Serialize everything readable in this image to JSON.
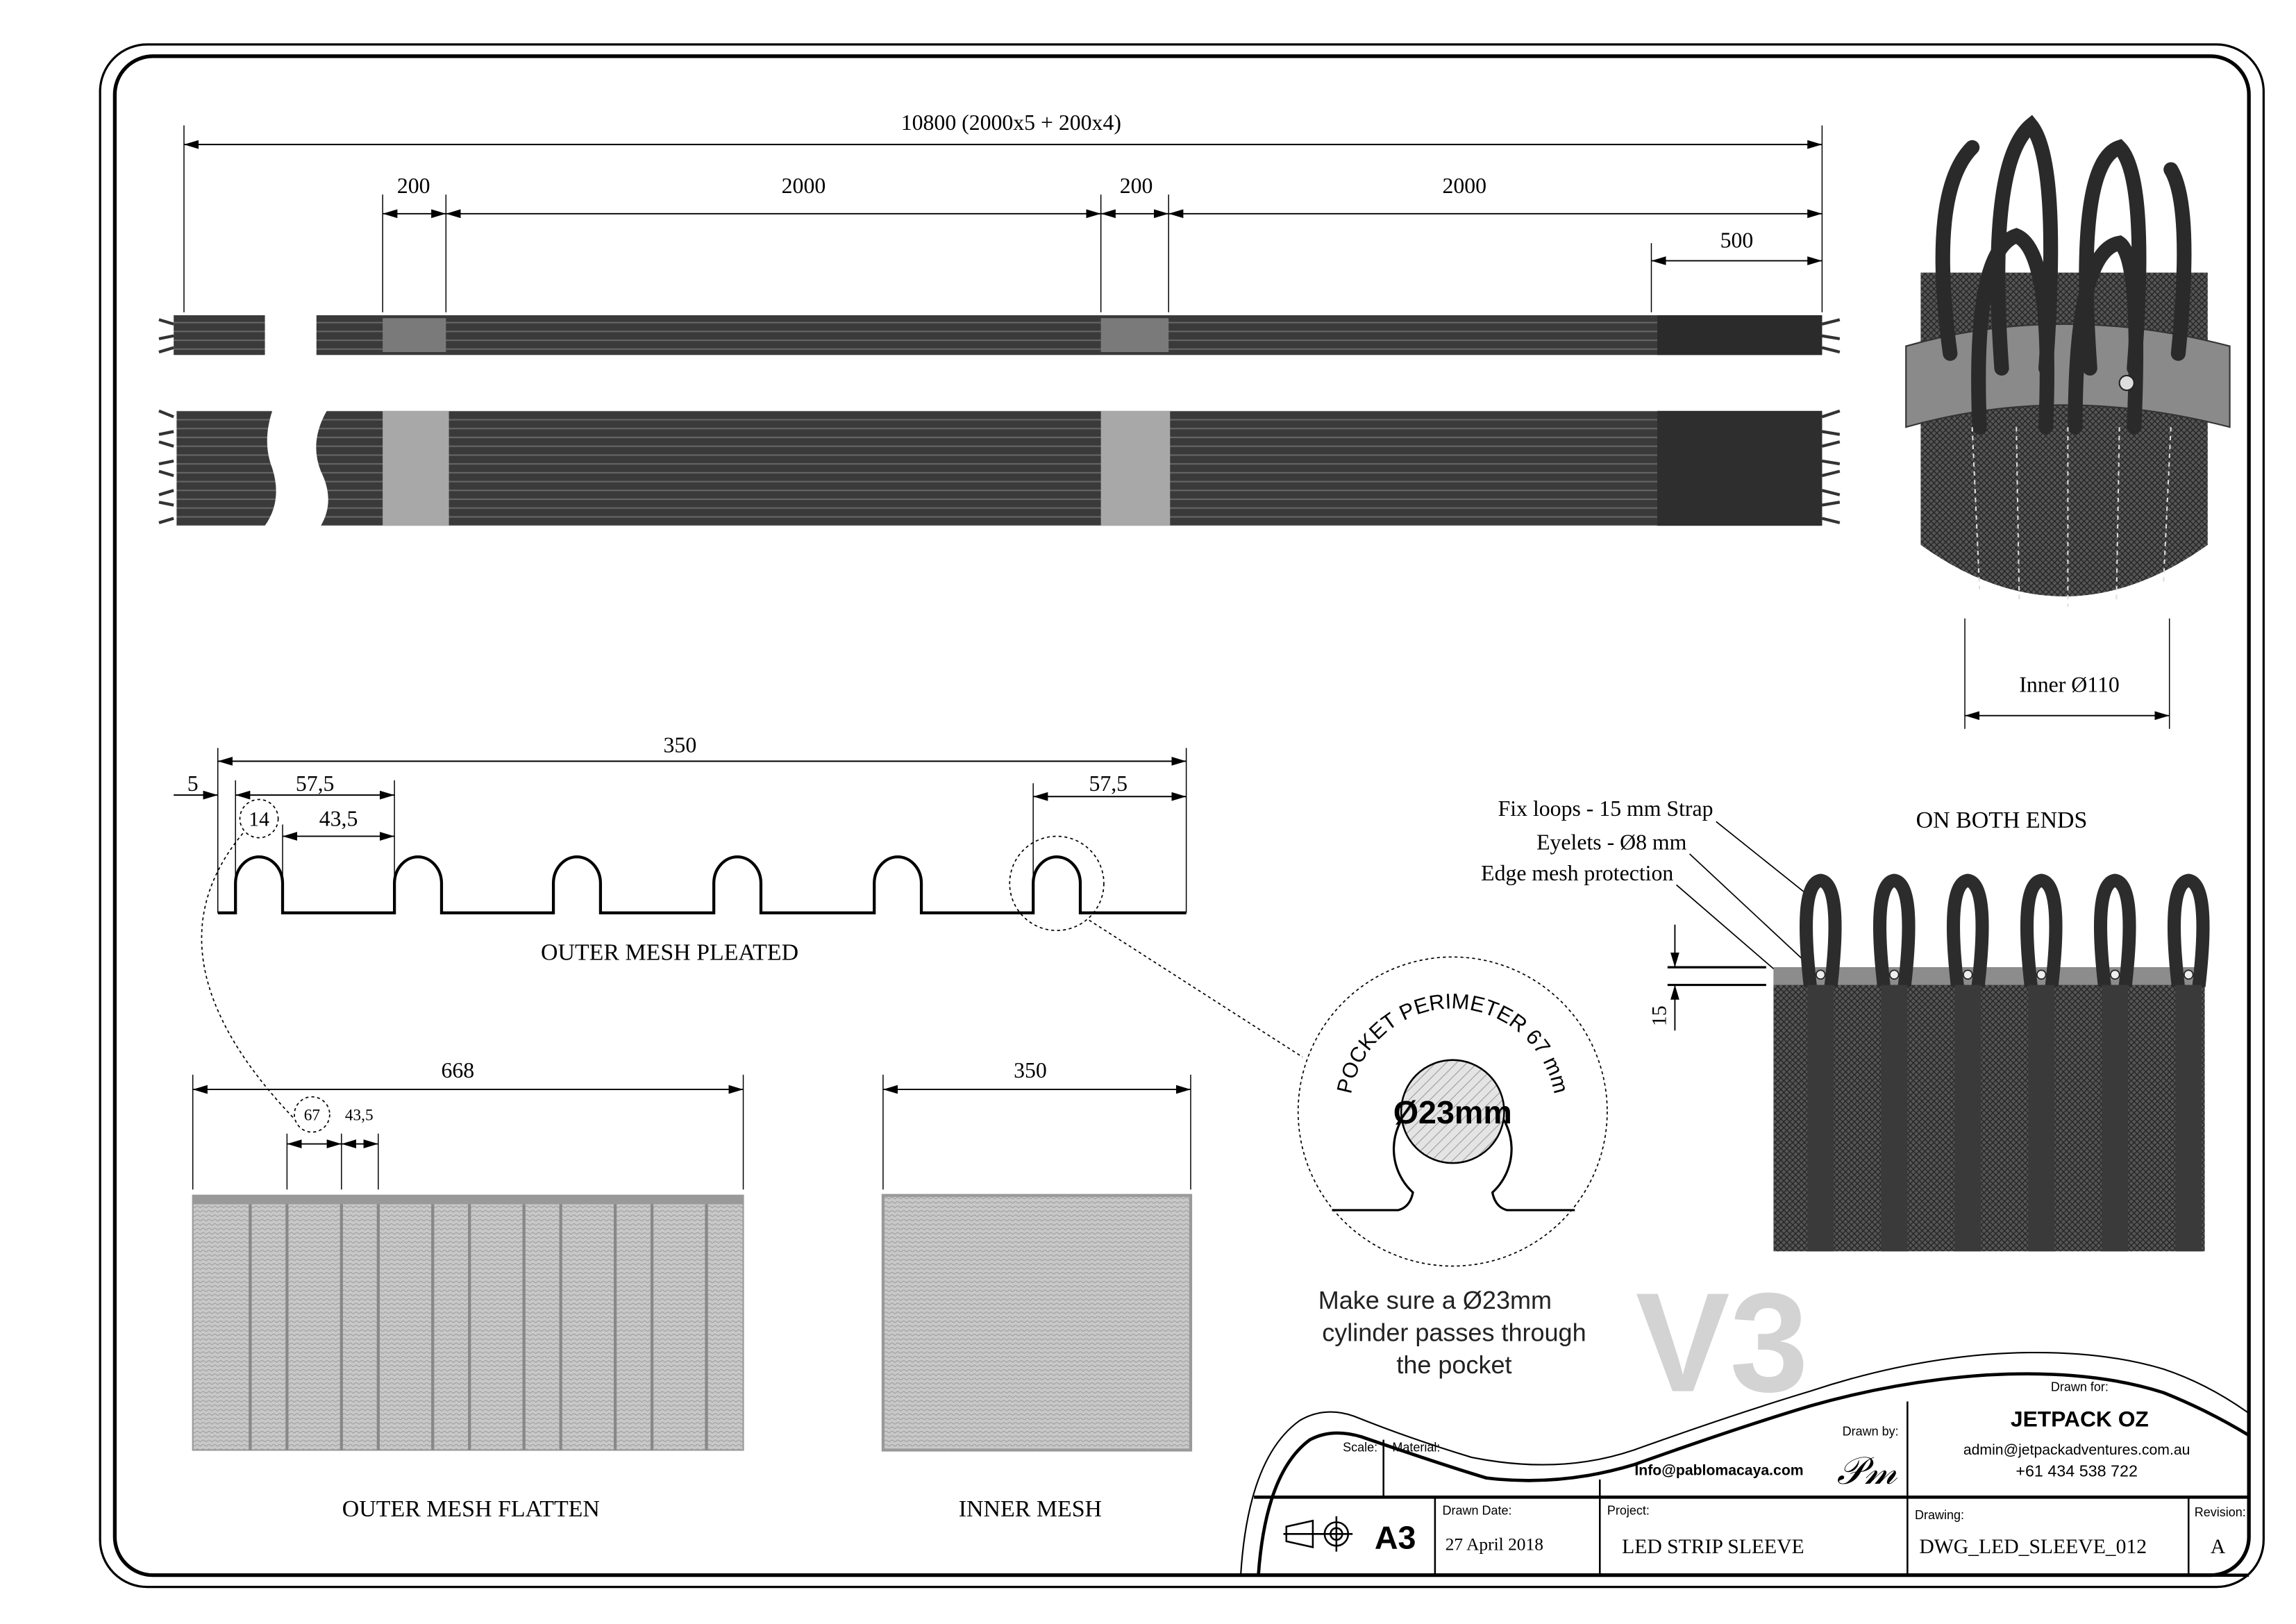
{
  "top_view": {
    "total_dim": "10800 (2000x5 + 200x4)",
    "dim_gap_1": "200",
    "dim_segment_1": "2000",
    "dim_gap_2": "200",
    "dim_segment_2": "2000",
    "dim_end": "500"
  },
  "product_view": {
    "inner_dim": "Inner Ø110"
  },
  "pleated": {
    "title": "OUTER MESH PLEATED",
    "dim_total": "350",
    "dim_offset": "5",
    "dim_pitch_left": "57,5",
    "dim_pocket": "14",
    "dim_gap": "43,5",
    "dim_pitch_right": "57,5"
  },
  "flatten": {
    "title": "OUTER MESH FLATTEN",
    "dim_total": "668",
    "dim_pocket": "67",
    "dim_gap": "43,5"
  },
  "inner_mesh": {
    "title": "INNER MESH",
    "dim_total": "350"
  },
  "detail": {
    "arc_text": "POCKET PERIMETER 67 mm",
    "diameter": "Ø23mm",
    "note_line1": "Make sure a Ø23mm",
    "note_line2": "cylinder passes through",
    "note_line3": "the pocket"
  },
  "ends": {
    "title": "ON BOTH ENDS",
    "label_loops": "Fix loops - 15 mm Strap",
    "label_eyelets": "Eyelets - Ø8 mm",
    "label_edge": "Edge mesh protection",
    "dim_edge": "15"
  },
  "version_mark": "V3",
  "title_block": {
    "scale_label": "Scale:",
    "material_label": "Material:",
    "drawn_by_label": "Drawn by:",
    "drawn_by_email": "Info@pablomacaya.com",
    "signature": "PM",
    "drawn_for_label": "Drawn for:",
    "client": "JETPACK OZ",
    "client_email": "admin@jetpackadventures.com.au",
    "client_phone": "+61 434 538 722",
    "paper_size": "A3",
    "drawn_date_label": "Drawn Date:",
    "drawn_date": "27 April 2018",
    "project_label": "Project:",
    "project": "LED STRIP SLEEVE",
    "drawing_label": "Drawing:",
    "drawing": "DWG_LED_SLEEVE_012",
    "revision_label": "Revision:",
    "revision": "A"
  }
}
